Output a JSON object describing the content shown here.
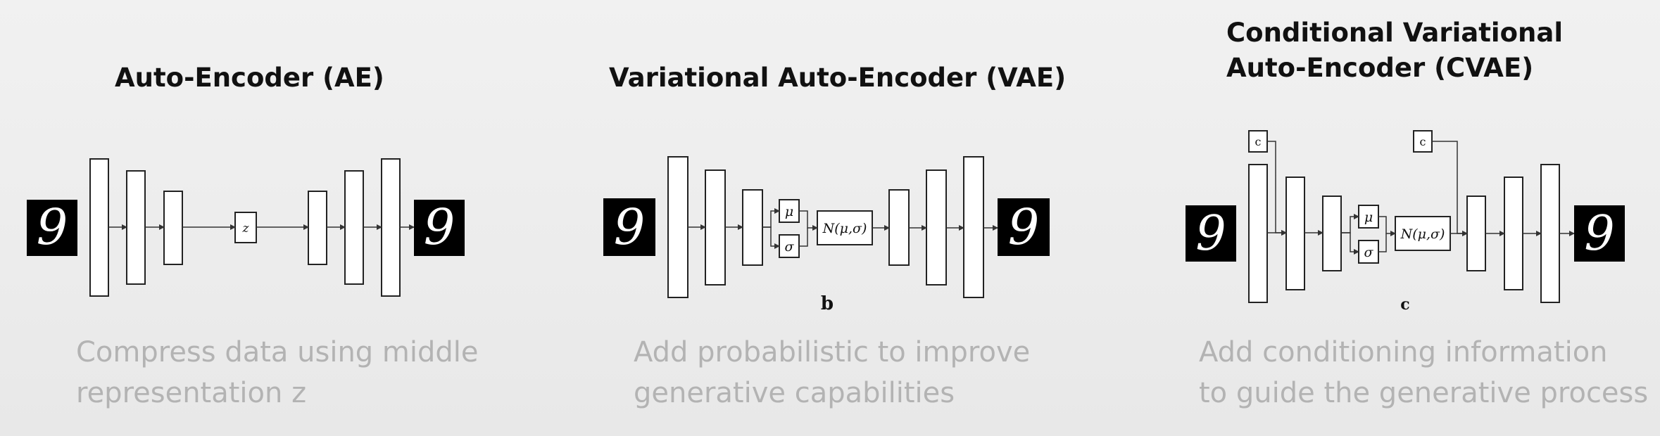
{
  "panels": [
    {
      "title_lines": [
        "Auto-Encoder (AE)"
      ],
      "latent": "z",
      "caption_lines": [
        "Compress data using middle",
        "representation z"
      ]
    },
    {
      "title_lines": [
        "Variational Auto-Encoder (VAE)"
      ],
      "mu": "μ",
      "sigma": "σ",
      "dist": "N(μ,σ)",
      "fig_letter": "b",
      "caption_lines": [
        "Add probabilistic to improve",
        "generative capabilities"
      ]
    },
    {
      "title_lines": [
        "Conditional Variational",
        "Auto-Encoder (CVAE)"
      ],
      "mu": "μ",
      "sigma": "σ",
      "dist": "N(μ,σ)",
      "cond": "c",
      "fig_letter": "c",
      "caption_lines": [
        "Add conditioning information",
        "to guide the generative process"
      ]
    }
  ],
  "digit": "9"
}
